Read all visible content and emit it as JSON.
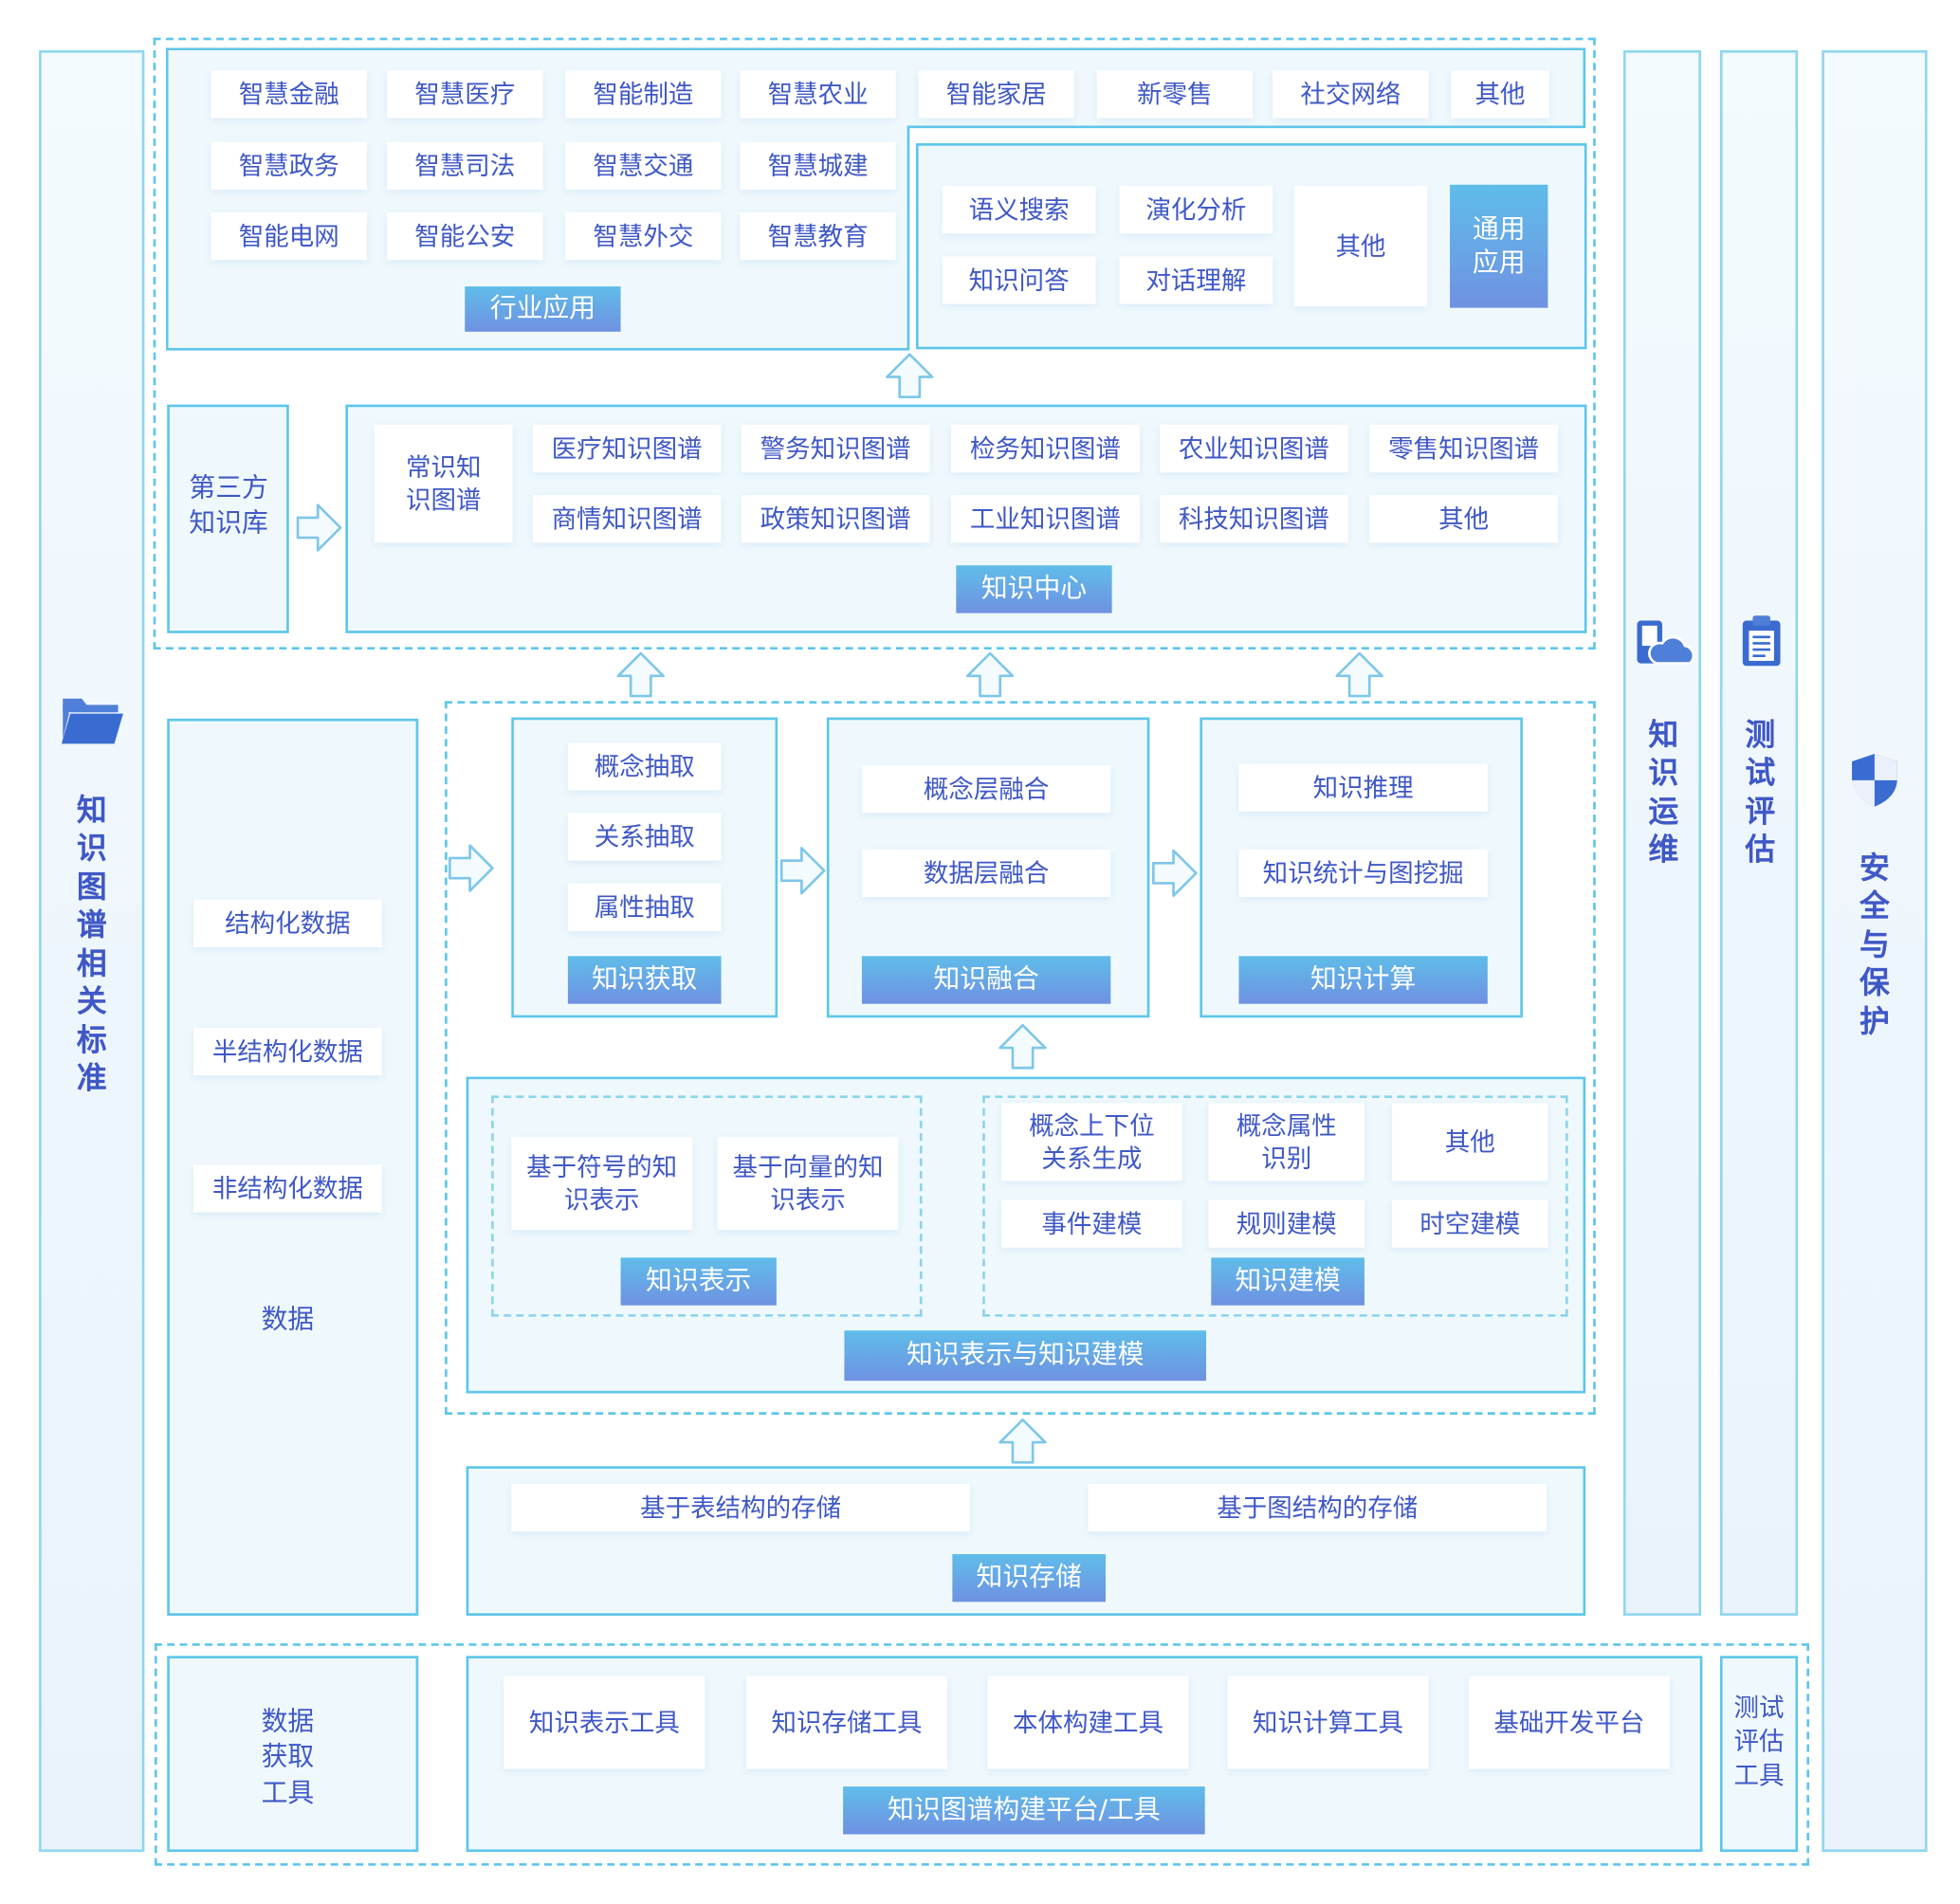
{
  "left_column": {
    "label": "知识图谱相关标准",
    "icon": "folder-icon"
  },
  "right_columns": [
    {
      "label": "知识运维",
      "icon": "cloud-device-icon"
    },
    {
      "label": "测试评估",
      "icon": "clipboard-icon"
    },
    {
      "label": "安全与保护",
      "icon": "shield-icon"
    }
  ],
  "industry": {
    "title": "行业应用",
    "items": [
      "智慧金融",
      "智慧医疗",
      "智能制造",
      "智慧农业",
      "智能家居",
      "新零售",
      "社交网络",
      "其他",
      "智慧政务",
      "智慧司法",
      "智慧交通",
      "智慧城建",
      "智能电网",
      "智能公安",
      "智慧外交",
      "智慧教育"
    ]
  },
  "general": {
    "title": "通用应用",
    "items": [
      "语义搜索",
      "演化分析",
      "知识问答",
      "对话理解",
      "其他"
    ]
  },
  "third_party": {
    "label": "第三方知识库"
  },
  "knowledge_center": {
    "title": "知识中心",
    "common": "常识知识图谱",
    "items": [
      "医疗知识图谱",
      "警务知识图谱",
      "检务知识图谱",
      "农业知识图谱",
      "零售知识图谱",
      "商情知识图谱",
      "政策知识图谱",
      "工业知识图谱",
      "科技知识图谱",
      "其他"
    ]
  },
  "data": {
    "title": "数据",
    "items": [
      "结构化数据",
      "半结构化数据",
      "非结构化数据"
    ]
  },
  "acquisition": {
    "title": "知识获取",
    "items": [
      "概念抽取",
      "关系抽取",
      "属性抽取"
    ]
  },
  "fusion": {
    "title": "知识融合",
    "items": [
      "概念层融合",
      "数据层融合"
    ]
  },
  "computing": {
    "title": "知识计算",
    "items": [
      "知识推理",
      "知识统计与图挖掘"
    ]
  },
  "representation_modeling": {
    "title": "知识表示与知识建模",
    "representation": {
      "title": "知识表示",
      "items": [
        "基于符号的知识表示",
        "基于向量的知识表示"
      ]
    },
    "modeling": {
      "title": "知识建模",
      "items": [
        "概念上下位关系生成",
        "概念属性识别",
        "其他",
        "事件建模",
        "规则建模",
        "时空建模"
      ]
    }
  },
  "storage": {
    "title": "知识存储",
    "items": [
      "基于表结构的存储",
      "基于图结构的存储"
    ]
  },
  "tools": {
    "data_tool": "数据获取工具",
    "platform_title": "知识图谱构建平台/工具",
    "platform_items": [
      "知识表示工具",
      "知识存储工具",
      "本体构建工具",
      "知识计算工具",
      "基础开发平台"
    ],
    "test_tool": "测试评估工具"
  },
  "colors": {
    "accent": "#3f58c6",
    "border": "#5ec6ea",
    "label_top": "#5fbde9",
    "label_bottom": "#6f91e2"
  }
}
